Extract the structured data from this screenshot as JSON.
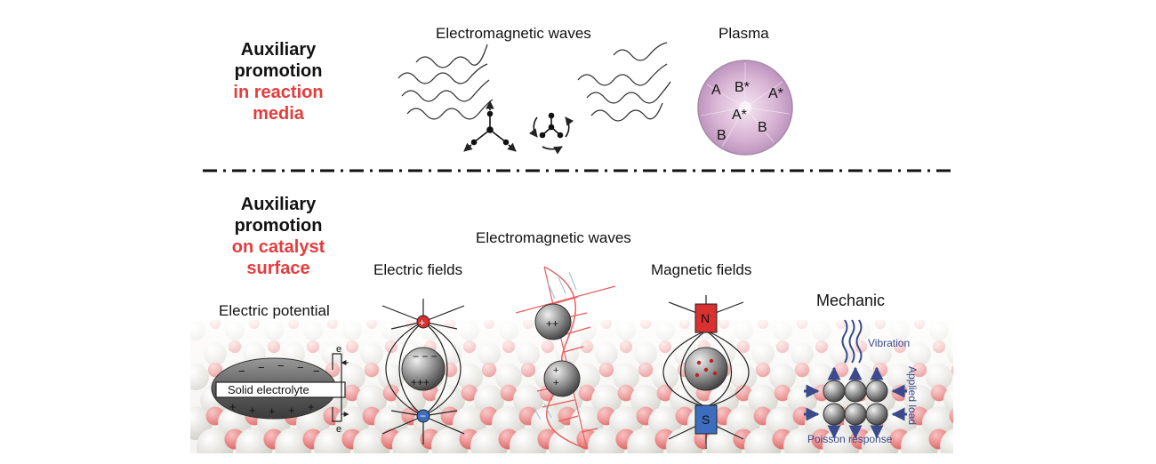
{
  "top_section": {
    "heading_line1": "Auxiliary",
    "heading_line2": "promotion",
    "heading_line3": "in reaction",
    "heading_line4": "media",
    "em_waves_label": "Electromagnetic waves",
    "plasma_label": "Plasma",
    "plasma_species": [
      "A",
      "B*",
      "A*",
      "A*",
      "B",
      "B"
    ]
  },
  "bottom_section": {
    "heading_line1": "Auxiliary",
    "heading_line2": "promotion",
    "heading_line3": "on catalyst",
    "heading_line4": "surface",
    "em_waves_label": "Electromagnetic waves",
    "electric_fields_label": "Electric fields",
    "magnetic_fields_label": "Magnetic fields",
    "electric_potential_label": "Electric potential",
    "mechanic_label": "Mechanic",
    "solid_electrolyte_label": "Solid electrolyte",
    "electron_symbol": "e",
    "north_pole": "N",
    "south_pole": "S",
    "vibration_label": "Vibration",
    "applied_load_label": "Applied load",
    "poisson_label": "Poisson response"
  },
  "colors": {
    "accent_red": "#e63b3b",
    "mechanic_blue": "#3a4a8c",
    "magnet_red": "#d93030",
    "magnet_blue": "#3d6dbf"
  }
}
